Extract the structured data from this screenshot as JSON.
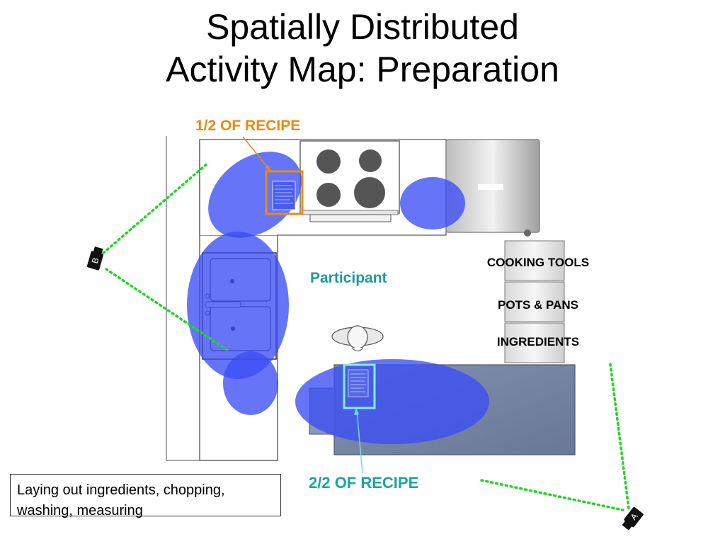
{
  "title": {
    "line1": "Spatially Distributed",
    "line2": "Activity Map: Preparation"
  },
  "labels": {
    "recipe_part1": "1/2  OF RECIPE",
    "recipe_part2": "2/2 OF RECIPE",
    "participant": "Participant",
    "shelf_top": "COOKING TOOLS",
    "shelf_middle": "POTS & PANS",
    "shelf_bottom": "INGREDIENTS"
  },
  "caption": "Laying out ingredients, chopping, washing, measuring",
  "cameras": {
    "camera_b": "B",
    "camera_a": "A"
  },
  "colors": {
    "activity_zone": "#3b4ef5",
    "recipe_part1": "#e88b12",
    "recipe_part2": "#1ea49a",
    "camera_view": "#22d622",
    "island": "#6f7fa3"
  },
  "icons": {
    "stove": "stove-icon",
    "sink": "sink-icon",
    "fridge": "fridge-icon",
    "camera": "camera-icon",
    "participant": "person-icon",
    "document": "document-icon"
  }
}
